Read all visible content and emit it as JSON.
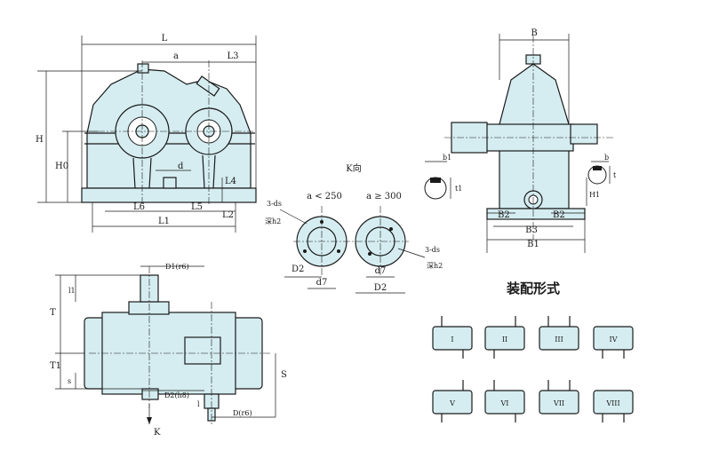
{
  "labels": {
    "front_L": "L",
    "front_a": "a",
    "front_L3": "L3",
    "front_H": "H",
    "front_H0": "H0",
    "front_d": "d",
    "front_L4": "L4",
    "front_L6": "L6",
    "front_L5": "L5",
    "front_L2": "L2",
    "front_L1": "L1",
    "side_B": "B",
    "side_b1": "b1",
    "side_b": "b",
    "side_t1": "t1",
    "side_t": "t",
    "side_H1": "H1",
    "side_B2_left": "B2",
    "side_B2_right": "B2",
    "side_B3": "B3",
    "side_B1": "B1",
    "k_view": "K向",
    "k_a_small": "a < 250",
    "k_a_large": "a ≥ 300",
    "k_3ds_left": "3-ds",
    "k_depth_left": "深h2",
    "k_3ds_right": "3-ds",
    "k_depth_right": "深h2",
    "k_D2_left": "D2",
    "k_d7_left": "d7",
    "k_d7_right": "d7",
    "k_D2_right": "D2",
    "top_D1": "D1(r6)",
    "top_l1": "l1",
    "top_T": "T",
    "top_T1": "T1",
    "top_s": "s",
    "top_D2": "D2(h8)",
    "top_l": "l",
    "top_D": "D(r6)",
    "top_S": "S",
    "top_K": "K",
    "assembly_title": "装配形式"
  },
  "assembly_forms": [
    "I",
    "II",
    "III",
    "IV",
    "V",
    "VI",
    "VII",
    "VIII"
  ],
  "colors": {
    "body_fill": "#d5edf1",
    "line": "#1a1a1a"
  }
}
